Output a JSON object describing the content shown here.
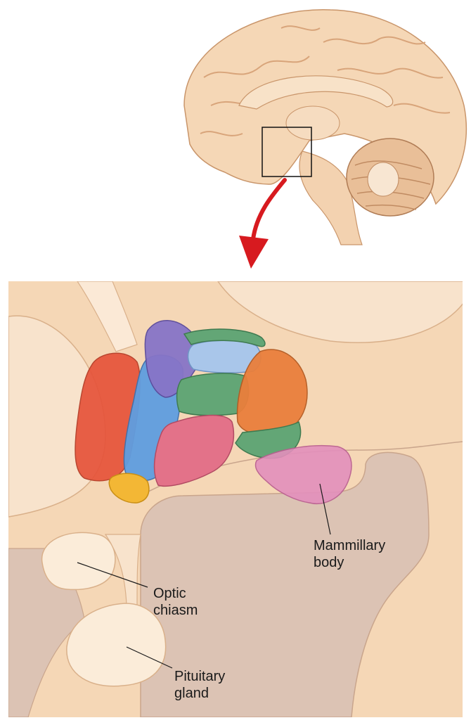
{
  "labels": {
    "optic_chiasm": [
      "Optic",
      "chiasm"
    ],
    "mammillary_body": [
      "Mammillary",
      "body"
    ],
    "pituitary_gland": [
      "Pituitary",
      "gland"
    ]
  },
  "colors": {
    "brain_tissue": "#f5d7b6",
    "brain_gyri_shadow": "#e7b890",
    "cavity": "#dcc3b4",
    "arrow": "#d71a1f",
    "nucleus_red": "#e6533a",
    "nucleus_blue": "#5f9ee0",
    "nucleus_purple": "#8774c7",
    "nucleus_green": "#63a676",
    "nucleus_lightblue": "#a9c6ea",
    "nucleus_orange": "#ea7f3c",
    "nucleus_pink": "#e37289",
    "nucleus_yellow": "#f3b735",
    "mammillary": "#e38fbc"
  },
  "icons": {
    "pointer_arrow": "curved-arrow-down-icon"
  }
}
